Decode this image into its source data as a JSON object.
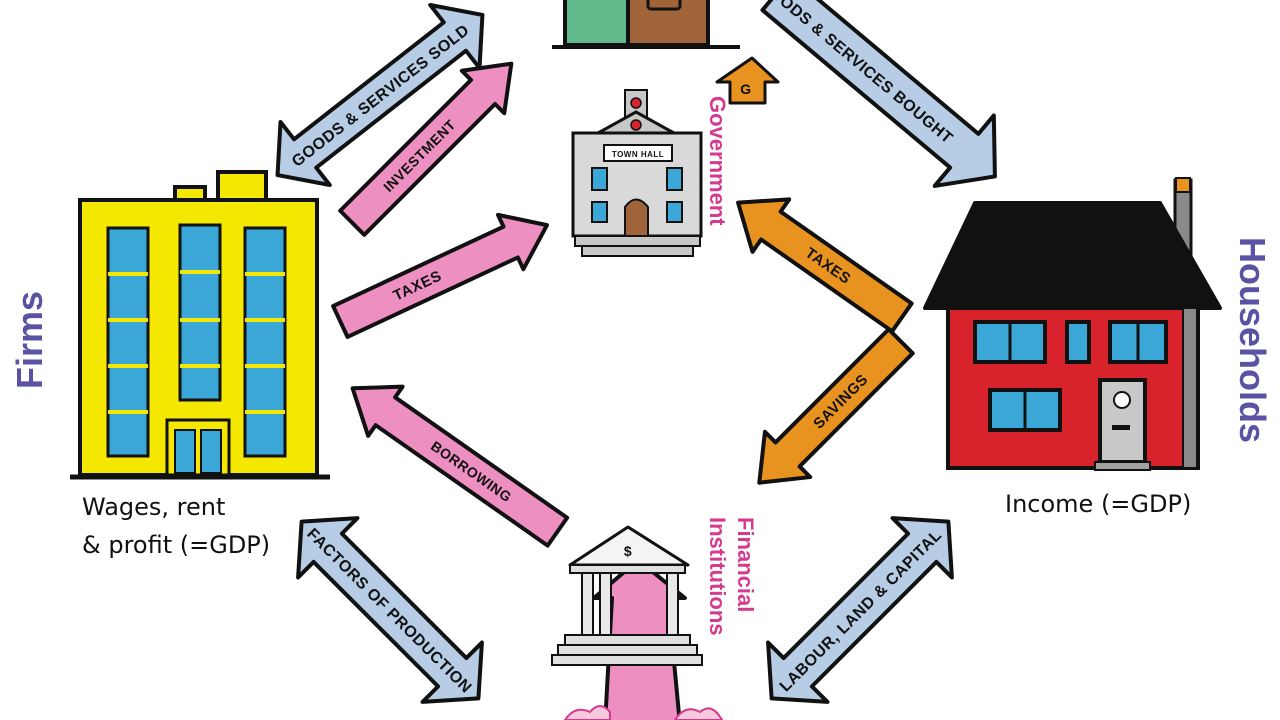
{
  "entities": {
    "firms": "Firms",
    "households": "Households",
    "government": "Government",
    "financial": [
      "Financial",
      "Institutions"
    ]
  },
  "building_signs": {
    "town_hall": "TOWN HALL",
    "bank": "$",
    "government_tag": "G"
  },
  "notes": {
    "firms_income": [
      "Wages, rent",
      "& profit (=GDP)"
    ],
    "households_income": "Income (=GDP)"
  },
  "flows": {
    "goods_sold": "GOODS & SERVICES SOLD",
    "goods_bought": "GOODS & SERVICES BOUGHT",
    "investment": "INVESTMENT",
    "firm_taxes": "TAXES",
    "household_taxes": "TAXES",
    "savings": "SAVINGS",
    "borrowing": "BORROWING",
    "factors": "FACTORS OF PRODUCTION",
    "labour": "LABOUR, LAND & CAPITAL"
  },
  "colors": {
    "blue_arrow": "#b7cde6",
    "pink_arrow": "#ee8fc2",
    "orange_arrow": "#e8921f",
    "entity_purple": "#5a53a3",
    "institution_magenta": "#d43a8e",
    "firm_yellow": "#f5e800",
    "house_red": "#d8222c",
    "roof_black": "#111111",
    "window_blue": "#3aa7d6"
  }
}
